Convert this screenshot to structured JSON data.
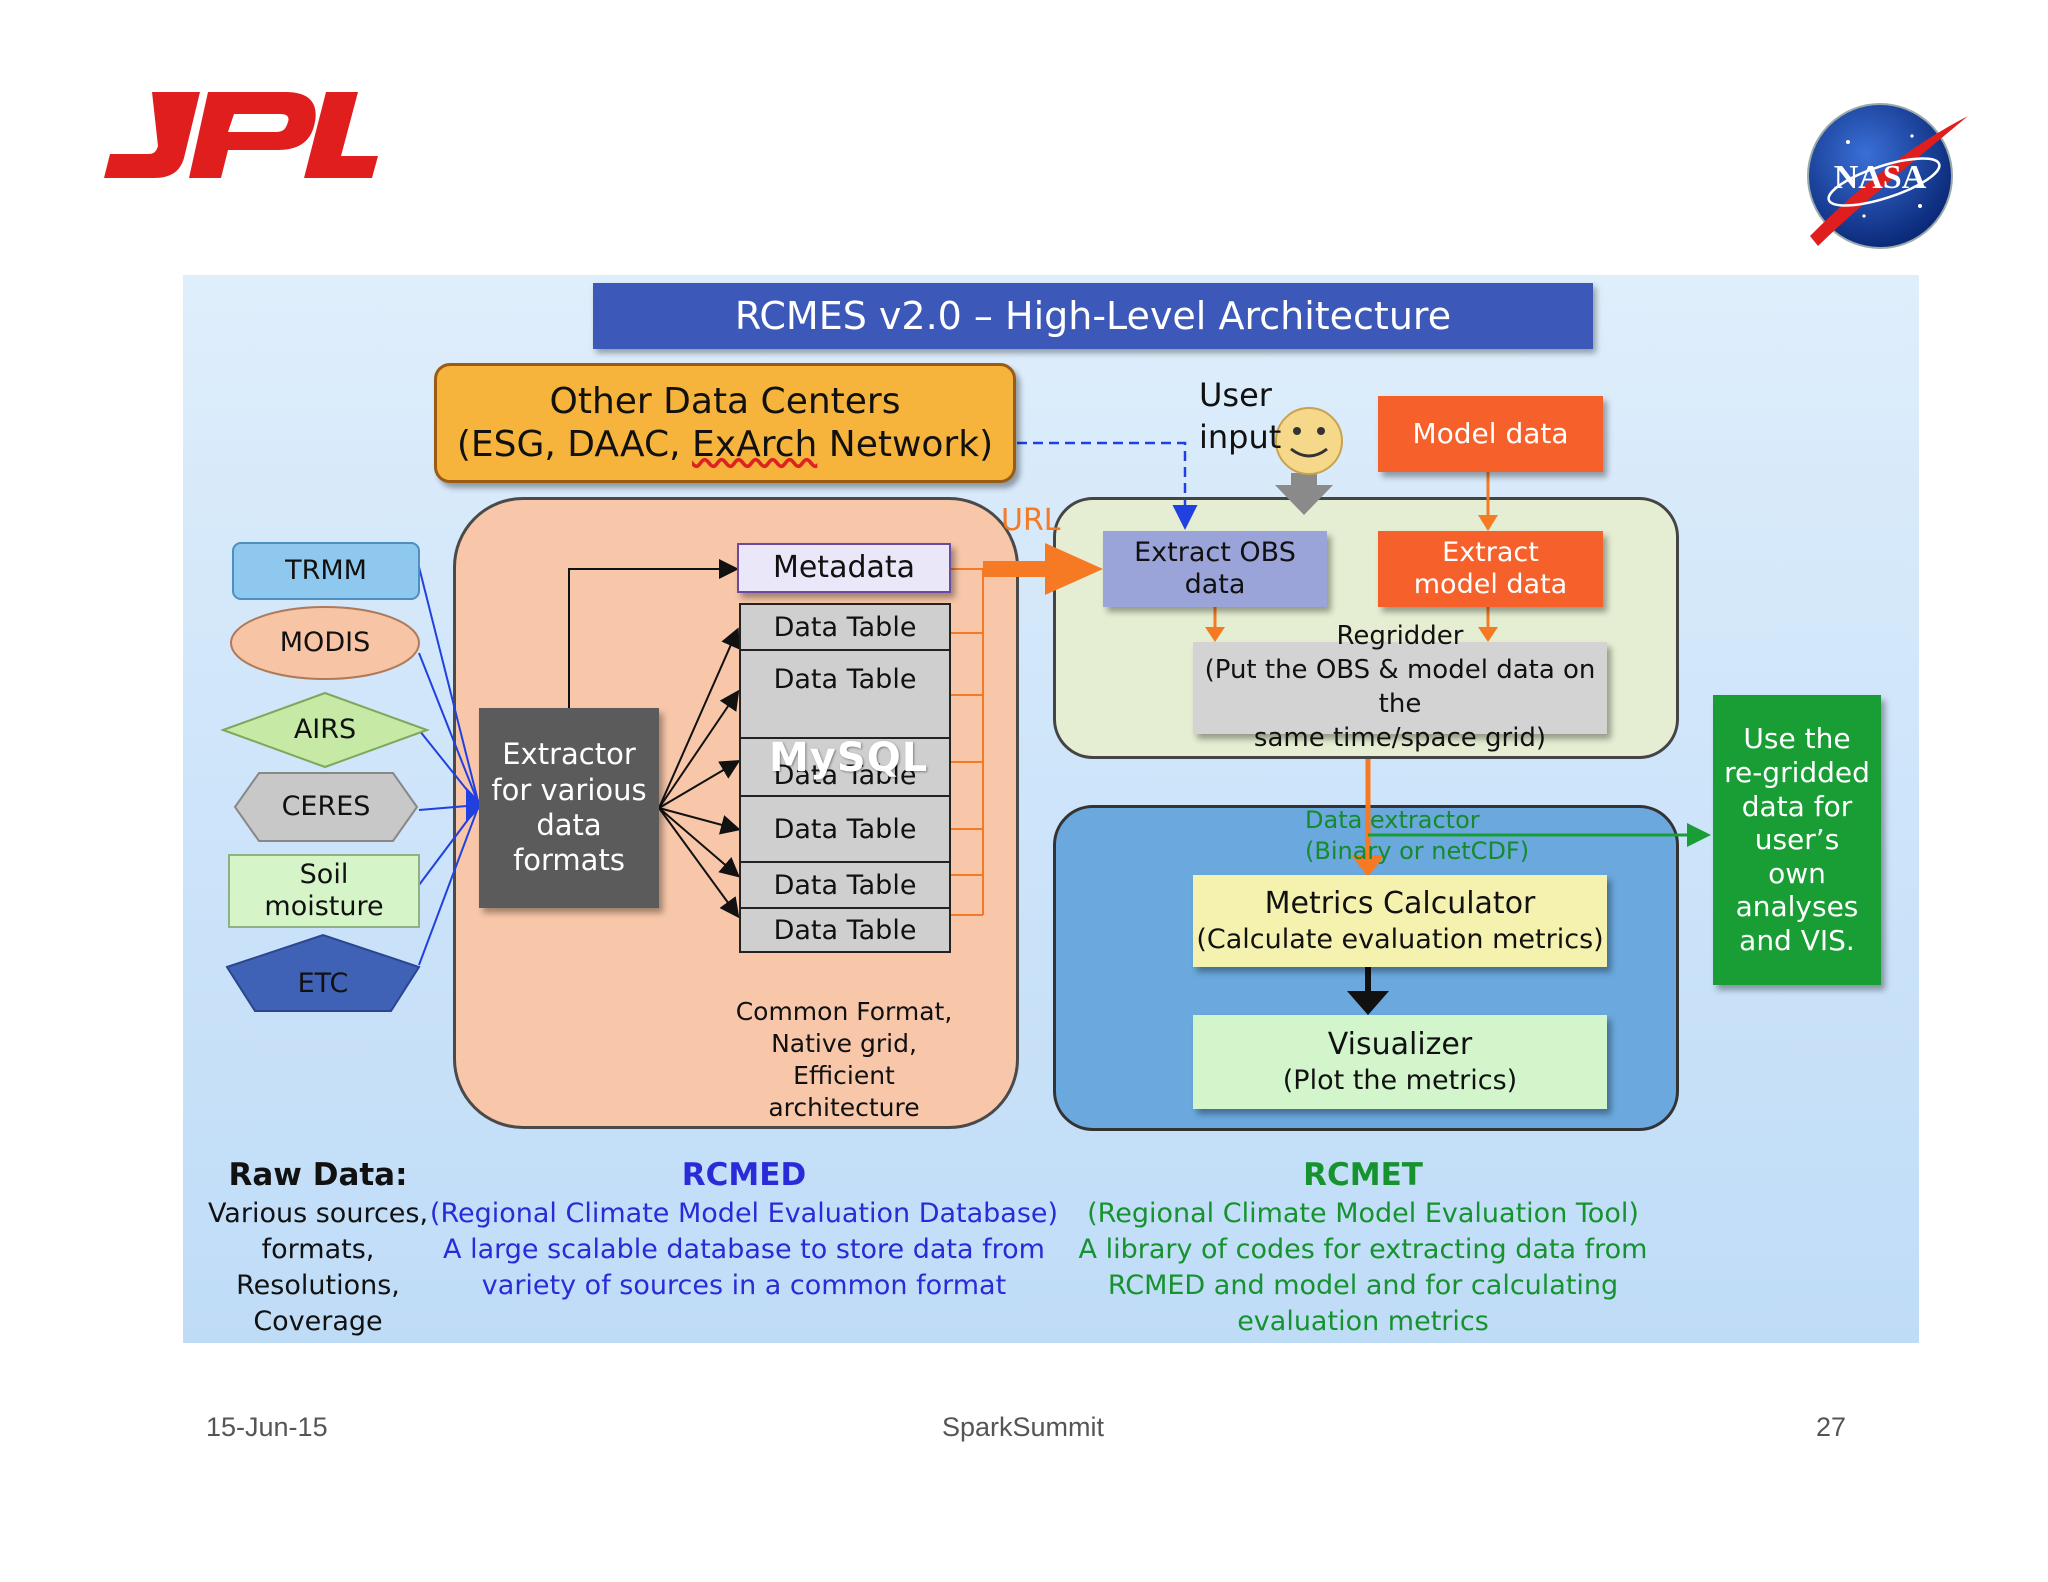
{
  "header": {
    "jpl_logo_icon": "jpl-logo",
    "nasa_logo_icon": "nasa-meatball-logo",
    "jpl_text": "JPL",
    "nasa_text": "NASA"
  },
  "diagram": {
    "title": "RCMES v2.0 – High-Level Architecture",
    "other_data_centers": {
      "line1": "Other Data Centers",
      "line2_prefix": "(ESG, DAAC, ",
      "line2_underlined": "ExArch",
      "line2_suffix": " Network)"
    },
    "sources": [
      {
        "label": "TRMM"
      },
      {
        "label": "MODIS"
      },
      {
        "label": "AIRS"
      },
      {
        "label": "CERES"
      },
      {
        "label": "Soil moisture"
      },
      {
        "label": "ETC"
      }
    ],
    "extractor": "Extractor for various data formats",
    "metadata": "Metadata",
    "data_tables": [
      "Data Table",
      "Data Table",
      "Data Table",
      "Data Table",
      "Data Table",
      "Data Table"
    ],
    "mysql": "MySQL",
    "common_format": [
      "Common Format,",
      "Native grid,",
      "Efficient",
      "architecture"
    ],
    "url": "URL",
    "user_input": [
      "User",
      "input"
    ],
    "model_data": "Model data",
    "extract_obs": "Extract OBS data",
    "extract_model": "Extract model data",
    "regridder": {
      "title": "Regridder",
      "line1": "(Put the OBS & model data on the",
      "line2": "same time/space grid)"
    },
    "data_extractor": {
      "line1": "Data extractor",
      "line2": "(Binary or netCDF)"
    },
    "metrics": {
      "title": "Metrics Calculator",
      "sub": "(Calculate evaluation metrics)"
    },
    "visualizer": {
      "title": "Visualizer",
      "sub": "(Plot the metrics)"
    },
    "use_regridded": "Use the re-gridded data for user’s own analyses and VIS.",
    "captions": {
      "raw": {
        "heading": "Raw Data:",
        "lines": [
          "Various sources,",
          "formats,",
          "Resolutions,",
          "Coverage"
        ]
      },
      "rcmed": {
        "heading": "RCMED",
        "lines": [
          "(Regional Climate Model Evaluation Database)",
          "A large scalable database to store data from",
          "variety of sources in a common format"
        ]
      },
      "rcmet": {
        "heading": "RCMET",
        "lines": [
          "(Regional Climate Model Evaluation Tool)",
          "A library of codes for extracting data from",
          "RCMED and model and for calculating",
          "evaluation metrics"
        ]
      }
    },
    "colors": {
      "title_bar": "#3c58b8",
      "orange": "#f6602a",
      "green": "#189e34",
      "rcmed_blue_text": "#2a2ad8",
      "rcmet_green_text": "#16922e"
    }
  },
  "footer": {
    "date": "15-Jun-15",
    "event": "SparkSummit",
    "page": "27"
  }
}
